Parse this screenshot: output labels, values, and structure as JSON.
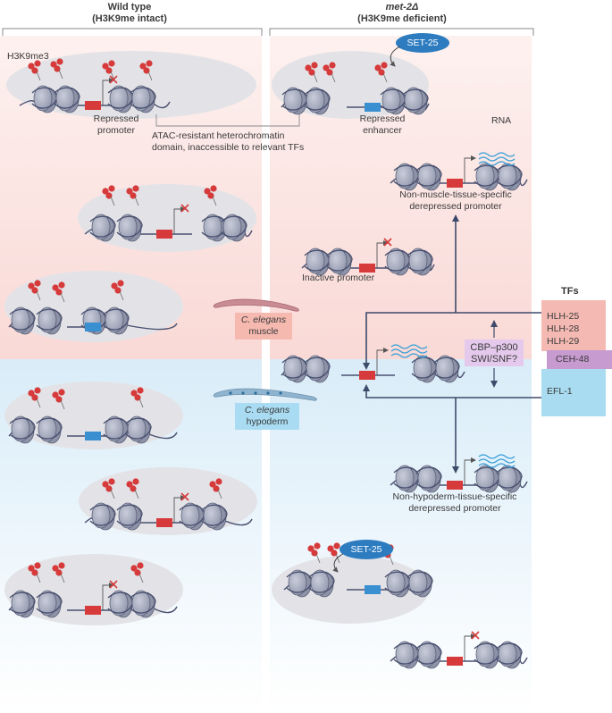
{
  "headers": {
    "wild_type": "Wild type",
    "wild_type_sub": "(H3K9me intact)",
    "mutant": "met-2Δ",
    "mutant_sub": "(H3K9me deficient)"
  },
  "labels": {
    "h3k9me3": "H3K9me3",
    "repressed_promoter_1": "Repressed",
    "repressed_promoter_2": "promoter",
    "repressed_enhancer_1": "Repressed",
    "repressed_enhancer_2": "enhancer",
    "atac_1": "ATAC-resistant heterochromatin",
    "atac_2": "domain, inaccessible to relevant TFs",
    "set25_top": "SET-25",
    "set25_bottom": "SET-25",
    "rna": "RNA",
    "nonmuscle_1": "Non-muscle-tissue-specific",
    "nonmuscle_2": "derepressed promoter",
    "inactive_promoter": "Inactive promoter",
    "muscle_1": "C. elegans",
    "muscle_2": "muscle",
    "hypoderm_1": "C. elegans",
    "hypoderm_2": "hypoderm",
    "cbp_1": "CBP–p300",
    "cbp_2": "SWI/SNF?",
    "nonhypoderm_1": "Non-hypoderm-tissue-specific",
    "nonhypoderm_2": "derepressed promoter"
  },
  "tfs": {
    "title": "TFs",
    "muscle_tfs": [
      "HLH-25",
      "HLH-28",
      "HLH-29"
    ],
    "shared_tf": "CEH-48",
    "hypoderm_tf": "EFL-1"
  },
  "colors": {
    "muscle_bg": "#fbe3e1",
    "hypoderm_bg": "#e2f0fa",
    "oval": "#e3e3e7",
    "nucleosome": "#a7acbf",
    "dna": "#4a5170",
    "repressed_red": "#d63a3a",
    "enhancer_blue": "#3a8fd0",
    "set25": "#2e7cc0",
    "tf_muscle": "#f4b9b2",
    "tf_shared": "#c79ad0",
    "tf_hypoderm": "#a9dcf0",
    "cbp_box": "#e4c9ec"
  }
}
